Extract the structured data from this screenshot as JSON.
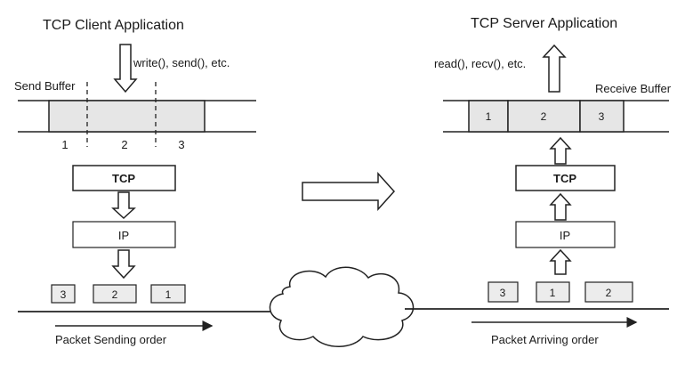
{
  "client": {
    "title": "TCP Client Application",
    "api_label": "write(), send(), etc.",
    "buffer_label": "Send Buffer",
    "buffer_segments": [
      "1",
      "2",
      "3"
    ],
    "tcp_label": "TCP",
    "ip_label": "IP",
    "packets": [
      "3",
      "2",
      "1"
    ],
    "order_label": "Packet Sending order"
  },
  "server": {
    "title": "TCP Server Application",
    "api_label": "read(), recv(), etc.",
    "buffer_label": "Receive Buffer",
    "buffer_segments": [
      "1",
      "2",
      "3"
    ],
    "tcp_label": "TCP",
    "ip_label": "IP",
    "packets": [
      "3",
      "1",
      "2"
    ],
    "order_label": "Packet Arriving order"
  },
  "colors": {
    "buffer_fill": "#e6e6e6",
    "packet_fill": "#ececec",
    "line": "#222222",
    "layer_fill": "#ffffff"
  }
}
